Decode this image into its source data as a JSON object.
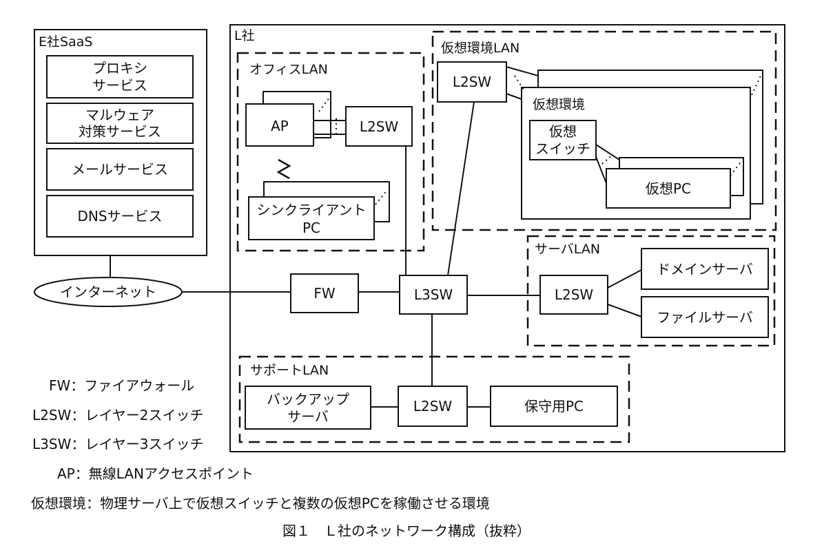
{
  "esha": {
    "title": "E社SaaS",
    "services": {
      "proxy": [
        "プロキシ",
        "サービス"
      ],
      "malware": [
        "マルウェア",
        "対策サービス"
      ],
      "mail": "メールサービス",
      "dns": "DNSサービス"
    }
  },
  "internet": "インターネット",
  "lsha": {
    "title": "L社",
    "fw": "FW",
    "l3sw": "L3SW",
    "office_lan": {
      "title": "オフィスLAN",
      "ap": "AP",
      "l2sw": "L2SW",
      "thin_client": [
        "シンクライアント",
        "PC"
      ]
    },
    "virtual_lan": {
      "title": "仮想環境LAN",
      "l2sw": "L2SW",
      "env_title": "仮想環境",
      "vswitch": [
        "仮想",
        "スイッチ"
      ],
      "vpc": "仮想PC"
    },
    "server_lan": {
      "title": "サーバLAN",
      "l2sw": "L2SW",
      "domain_server": "ドメインサーバ",
      "file_server": "ファイルサーバ"
    },
    "support_lan": {
      "title": "サポートLAN",
      "backup": [
        "バックアップ",
        "サーバ"
      ],
      "l2sw": "L2SW",
      "maint_pc": "保守用PC"
    }
  },
  "legend": [
    "FW：ファイアウォール",
    "L2SW：レイヤー2スイッチ",
    "L3SW：レイヤー3スイッチ",
    "AP：無線LANアクセスポイント",
    "仮想環境：物理サーバ上で仮想スイッチと複数の仮想PCを稼働させる環境"
  ],
  "caption": "図１　Ｌ社のネットワーク構成（抜粋）"
}
